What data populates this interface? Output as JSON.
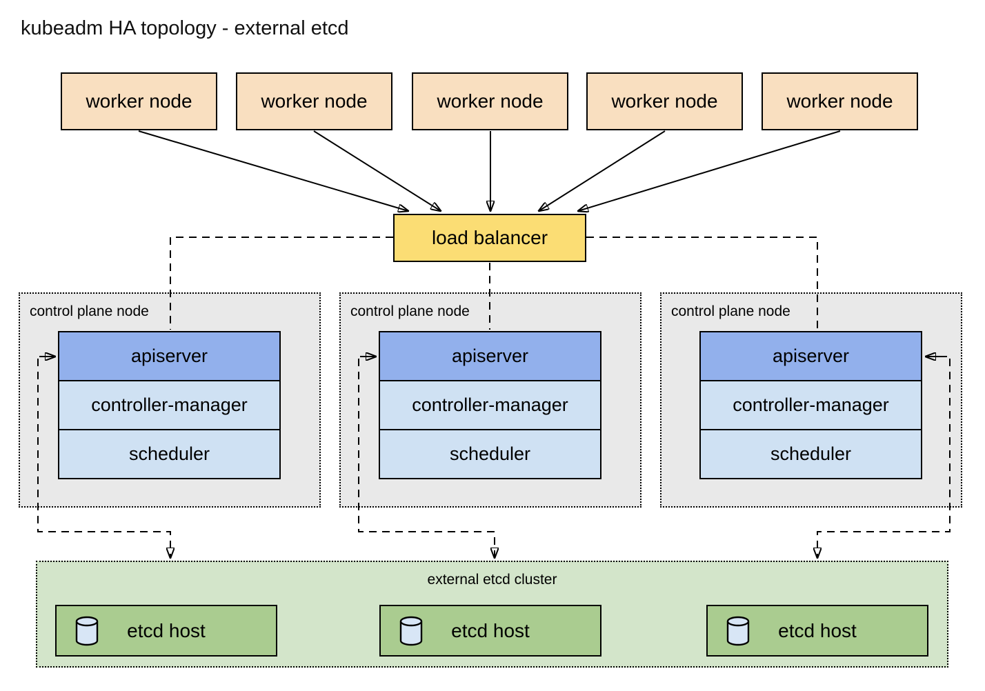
{
  "title": "kubeadm HA topology - external etcd",
  "colors": {
    "worker_fill": "#f9dfc0",
    "lb_fill": "#fbdd74",
    "apiserver_fill": "#92b0ec",
    "component_fill": "#cfe1f3",
    "control_plane_fill": "#e9e9e9",
    "etcd_cluster_fill": "#d3e5ca",
    "etcd_host_fill": "#aacc90",
    "db_icon_fill": "#d8e6f6"
  },
  "workers": [
    {
      "label": "worker node"
    },
    {
      "label": "worker node"
    },
    {
      "label": "worker node"
    },
    {
      "label": "worker node"
    },
    {
      "label": "worker node"
    }
  ],
  "load_balancer": {
    "label": "load balancer"
  },
  "control_planes": [
    {
      "label": "control plane node",
      "components": [
        {
          "label": "apiserver"
        },
        {
          "label": "controller-manager"
        },
        {
          "label": "scheduler"
        }
      ]
    },
    {
      "label": "control plane node",
      "components": [
        {
          "label": "apiserver"
        },
        {
          "label": "controller-manager"
        },
        {
          "label": "scheduler"
        }
      ]
    },
    {
      "label": "control plane node",
      "components": [
        {
          "label": "apiserver"
        },
        {
          "label": "controller-manager"
        },
        {
          "label": "scheduler"
        }
      ]
    }
  ],
  "etcd_cluster": {
    "label": "external etcd cluster",
    "hosts": [
      {
        "label": "etcd host",
        "icon": "database-cylinder-icon"
      },
      {
        "label": "etcd host",
        "icon": "database-cylinder-icon"
      },
      {
        "label": "etcd host",
        "icon": "database-cylinder-icon"
      }
    ]
  }
}
